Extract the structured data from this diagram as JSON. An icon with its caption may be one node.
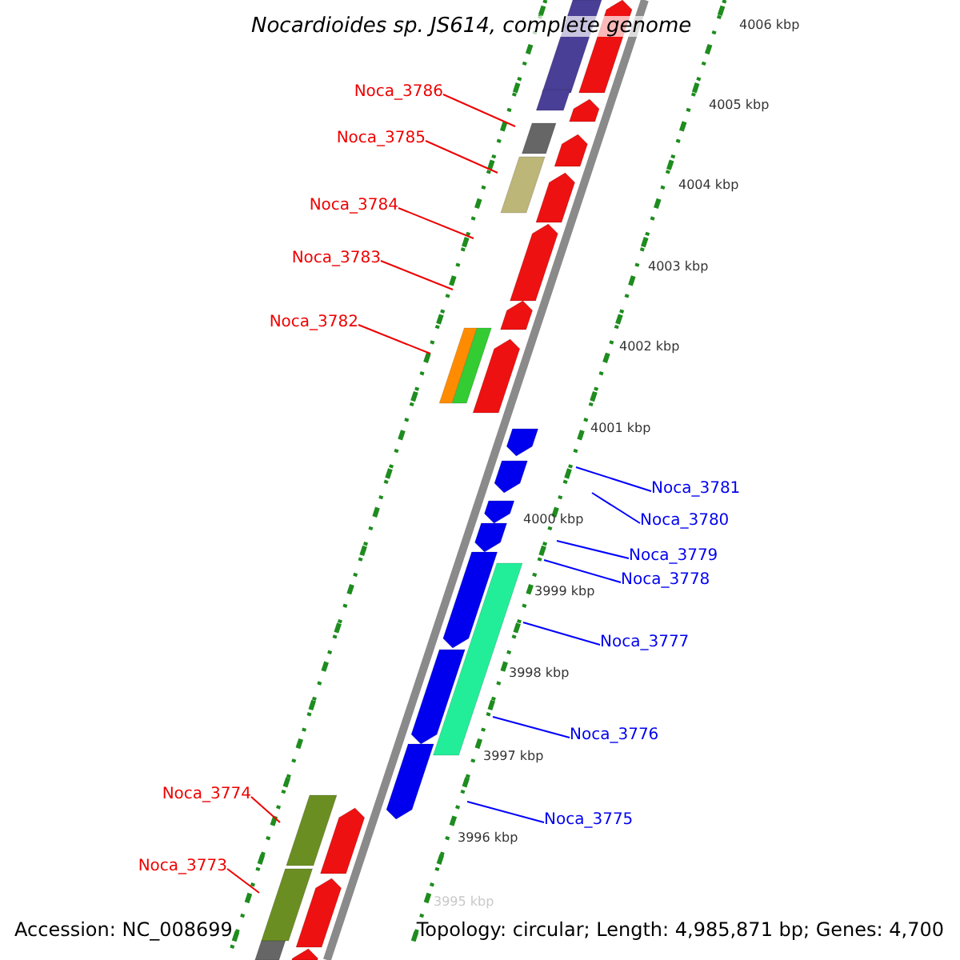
{
  "diagram": {
    "title": "Nocardioides sp. JS614, complete genome",
    "nodes": [
      {
        "text": [
          "Noca_3786"
        ]
      },
      {
        "text": [
          "Noca_3785"
        ]
      },
      {
        "text": [
          "Noca_3784"
        ]
      },
      {
        "text": [
          "Noca_3783"
        ]
      },
      {
        "text": [
          "Noca_3782"
        ]
      },
      {
        "text": [
          "Noca_3781"
        ]
      },
      {
        "text": [
          "Noca_3780"
        ]
      },
      {
        "text": [
          "Noca_3779"
        ]
      },
      {
        "text": [
          "Noca_3778"
        ]
      },
      {
        "text": [
          "Noca_3777"
        ]
      },
      {
        "text": [
          "Noca_3776"
        ]
      },
      {
        "text": [
          "Noca_3775"
        ]
      },
      {
        "text": [
          "Noca_3774"
        ]
      },
      {
        "text": [
          "Noca_3773"
        ]
      }
    ],
    "edges": [
      {
        "from": 0,
        "to": null,
        "arrow": "none"
      },
      {
        "from": 1,
        "to": null,
        "arrow": "none"
      },
      {
        "from": 2,
        "to": null,
        "arrow": "none"
      },
      {
        "from": 3,
        "to": null,
        "arrow": "none"
      },
      {
        "from": 4,
        "to": null,
        "arrow": "none"
      },
      {
        "from": 5,
        "to": null,
        "arrow": "none",
        "color": "#0000ff"
      },
      {
        "from": 6,
        "to": null,
        "arrow": "none",
        "color": "#0000ff"
      },
      {
        "from": 7,
        "to": null,
        "arrow": "none",
        "color": "#0000ff"
      },
      {
        "from": 8,
        "to": null,
        "arrow": "none",
        "color": "#0000ff"
      },
      {
        "from": 9,
        "to": null,
        "arrow": "none",
        "color": "#0000ff"
      },
      {
        "from": 10,
        "to": null,
        "arrow": "none",
        "color": "#0000ff"
      },
      {
        "from": 11,
        "to": null,
        "arrow": "none",
        "color": "#0000ff"
      },
      {
        "from": 12,
        "to": null,
        "arrow": "none"
      },
      {
        "from": 13,
        "to": null,
        "arrow": "none"
      }
    ],
    "labels": [
      "4006 kbp",
      "4005 kbp",
      "4004 kbp",
      "4003 kbp",
      "4002 kbp",
      "4001 kbp",
      "4000 kbp",
      "3999 kbp",
      "3998 kbp",
      "3997 kbp",
      "3996 kbp",
      "3995 kbp",
      "Accession: NC_008699",
      "Topology: circular; Length: 4,985,871 bp; Genes: 4,700"
    ]
  }
}
